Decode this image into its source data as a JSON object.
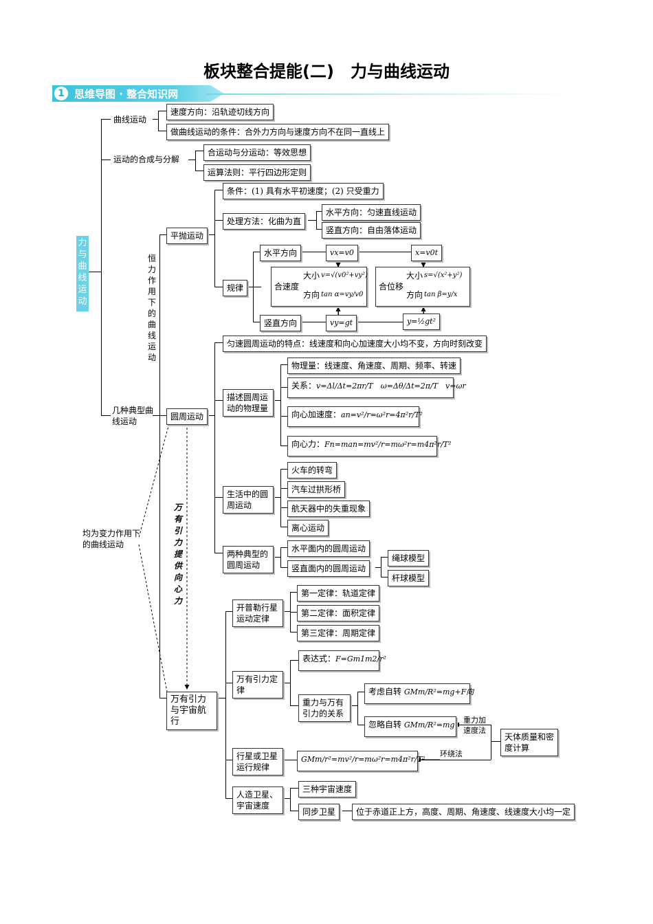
{
  "title": "板块整合提能(二)　力与曲线运动",
  "banner": {
    "num": "1",
    "text": "思维导图 · 整合知识网"
  },
  "root": "力与曲线运动",
  "level1": {
    "curve": "曲线运动",
    "compose": "运动的合成与分解",
    "typical": "几种典型曲线运动"
  },
  "curve": {
    "dir": "速度方向：沿轨迹切线方向",
    "cond": "做曲线运动的条件：合外力方向与速度方向不在同一直线上"
  },
  "compose": {
    "equiv": "合运动与分运动：等效思想",
    "rule": "运算法则：平行四边形定则"
  },
  "const_force": "恒力作用下的曲线运动",
  "var_force": "均为变力作用下的曲线运动",
  "gravity_side": "万有引力提供向心力",
  "proj": {
    "name": "平抛运动",
    "cond": "条件：(1) 具有水平初速度；(2) 只受重力",
    "method": "处理方法：化曲为直",
    "horiz": "水平方向：匀速直线运动",
    "vert": "竖直方向：自由落体运动",
    "law": "规律",
    "h_dir": "水平方向",
    "v_dir": "竖直方向",
    "vx": "vx=v0",
    "x": "x=v0t",
    "vy": "vy=gt",
    "y": "y=½gt²",
    "hevel": "合速度",
    "hepos": "合位移",
    "size": "大小",
    "dirword": "方向",
    "vel_size": "v=√(v0²+vy²)",
    "vel_dir": "tan α=vy/v0",
    "pos_size": "s=√(x²+y²)",
    "pos_dir": "tan β=y/x"
  },
  "circ": {
    "name": "圆周运动",
    "feature": "匀速圆周运动的特点：线速度和向心加速度大小均不变，方向时刻改变",
    "desc": "描述圆周运动的物理量",
    "qty": "物理量：线速度、角速度、周期、频率、转速",
    "rel_label": "关系：",
    "rel": "v=Δl/Δt=2πr/T　ω=Δθ/Δt=2π/T　v=ωr",
    "acc_label": "向心加速度：",
    "acc": "an=v²/r=ω²r=4π²r/T²",
    "force_label": "向心力：",
    "force": "Fn=man=mv²/r=mω²r=m4π²r/T²",
    "life": "生活中的圆周运动",
    "life_items": [
      "火车的转弯",
      "汽车过拱形桥",
      "航天器中的失重现象",
      "离心运动"
    ],
    "two": "两种典型的圆周运动",
    "horiz_plane": "水平面内的圆周运动",
    "vert_plane": "竖直面内的圆周运动",
    "rope": "绳球模型",
    "rod": "杆球模型"
  },
  "grav": {
    "name": "万有引力与宇宙航行",
    "kepler": "开普勒行星运动定律",
    "k1": "第一定律：轨道定律",
    "k2": "第二定律：面积定律",
    "k3": "第三定律：周期定律",
    "law": "万有引力定律",
    "expr_label": "表达式：",
    "expr": "F=Gm1m2/r²",
    "gw": "重力与万有引力的关系",
    "consider": "考虑自转",
    "consider_f": "GMm/R²=mg+F向",
    "ignore": "忽略自转",
    "ignore_f": "GMm/R²=mg",
    "gravity_method_1": "重力加",
    "gravity_method_2": "速度法",
    "celestial": "天体质量和密度计算",
    "orbit_method": "环绕法",
    "planet": "行星或卫星运行规律",
    "planet_f": "GMm/r²=mv²/r=mω²r=m4π²r/T²",
    "sat": "人造卫星、宇宙速度",
    "speeds": "三种宇宙速度",
    "geo": "同步卫星",
    "geo_desc": "位于赤道正上方，高度、周期、角速度、线速度大小均一定"
  }
}
